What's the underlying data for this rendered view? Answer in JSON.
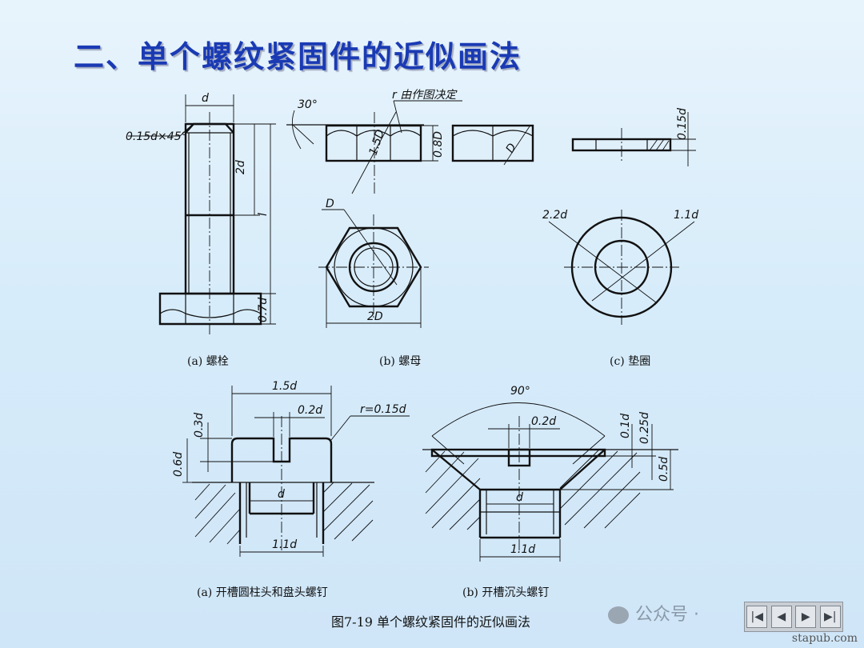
{
  "title": "二、单个螺纹紧固件的近似画法",
  "figure_caption": "图7-19  单个螺纹紧固件的近似画法",
  "subcaptions": {
    "bolt": "(a)  螺栓",
    "nut": "(b)  螺母",
    "washer": "(c)  垫圈",
    "slotted_screw": "(a)  开槽圆柱头和盘头螺钉",
    "countersunk_screw": "(b)  开槽沉头螺钉"
  },
  "labels": {
    "bolt_d": "d",
    "bolt_chamfer": "0.15d×45°",
    "bolt_2d": "2d",
    "bolt_l": "l",
    "bolt_07d": "0.7d",
    "nut_30": "30°",
    "nut_r": "r 由作图决定",
    "nut_15D": "1.5D",
    "nut_08D": "0.8D",
    "nut_D_side": "D",
    "nut_D_top": "D",
    "nut_2D": "2D",
    "washer_015d": "0.15d",
    "washer_22d": "2.2d",
    "washer_11d": "1.1d",
    "screw_15d": "1.5d",
    "screw_02d": "0.2d",
    "screw_r": "r=0.15d",
    "screw_03d": "0.3d",
    "screw_06d": "0.6d",
    "screw_d": "d",
    "screw_11d": "1.1d",
    "csk_90": "90°",
    "csk_02d": "0.2d",
    "csk_01d": "0.1d",
    "csk_025d": "0.25d",
    "csk_05d": "0.5d",
    "csk_d": "d",
    "csk_11d": "1.1d"
  },
  "watermark": "公众号 ·",
  "nav_buttons": [
    "|◀",
    "◀",
    "▶",
    "▶|"
  ],
  "source_url": "stapub.com"
}
